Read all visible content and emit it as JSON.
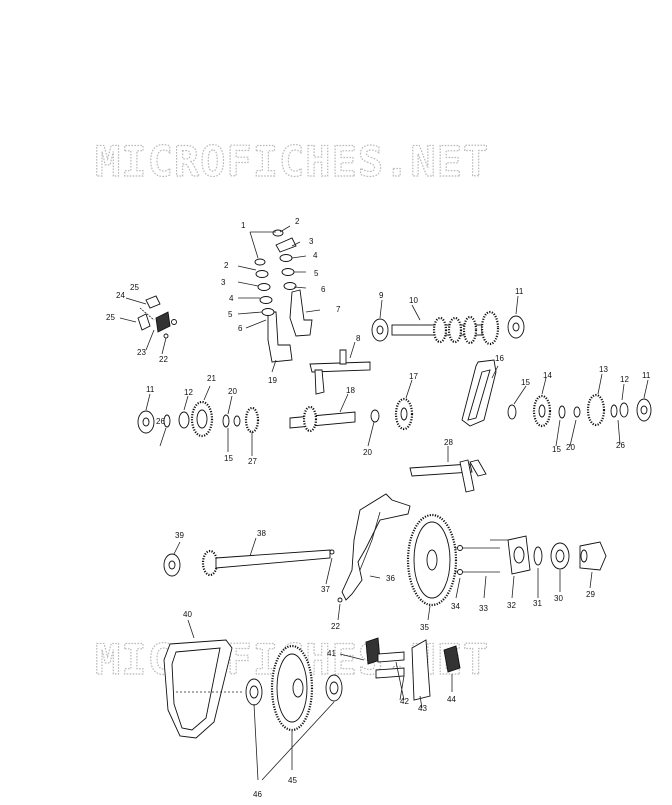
{
  "watermarks": [
    "MICROFICHES.NET",
    "MICROFICHES.NET"
  ],
  "callouts": {
    "c1": "1",
    "c2a": "2",
    "c2b": "2",
    "c3a": "3",
    "c3b": "3",
    "c4a": "4",
    "c4b": "4",
    "c5a": "5",
    "c5b": "5",
    "c6a": "6",
    "c6b": "6",
    "c7": "7",
    "c8": "8",
    "c9": "9",
    "c10": "10",
    "c11a": "11",
    "c11b": "11",
    "c11c": "11",
    "c12a": "12",
    "c12b": "12",
    "c13": "13",
    "c14": "14",
    "c15a": "15",
    "c15b": "15",
    "c15c": "15",
    "c16": "16",
    "c17": "17",
    "c18": "18",
    "c19": "19",
    "c20a": "20",
    "c20b": "20",
    "c20c": "20",
    "c21": "21",
    "c22a": "22",
    "c22b": "22",
    "c23": "23",
    "c24": "24",
    "c25a": "25",
    "c25b": "25",
    "c26a": "26",
    "c26b": "26",
    "c27": "27",
    "c28": "28",
    "c29": "29",
    "c30": "30",
    "c31": "31",
    "c32": "32",
    "c33": "33",
    "c34": "34",
    "c35": "35",
    "c36": "36",
    "c37": "37",
    "c38": "38",
    "c39": "39",
    "c40": "40",
    "c41": "41",
    "c42": "42",
    "c43": "43",
    "c44": "44",
    "c45": "45",
    "c46": "46"
  }
}
